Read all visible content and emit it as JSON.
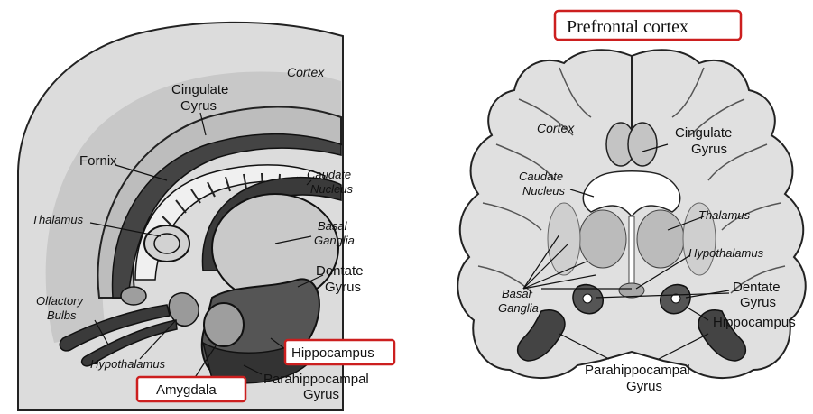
{
  "colors": {
    "highlight_box": "#cc1f1f",
    "tissue_light": "#d9d9d9",
    "tissue_mid": "#a8a8a8",
    "tissue_dark": "#555555",
    "tissue_darkest": "#333333",
    "outline": "#1a1a1a"
  },
  "left_panel": {
    "labels": {
      "cortex": "Cortex",
      "cingulate_1": "Cingulate",
      "cingulate_2": "Gyrus",
      "fornix": "Fornix",
      "caudate_1": "Caudate",
      "caudate_2": "Nucleus",
      "thalamus": "Thalamus",
      "basal_1": "Basal",
      "basal_2": "Ganglia",
      "dentate_1": "Dentate",
      "dentate_2": "Gyrus",
      "olfactory_1": "Olfactory",
      "olfactory_2": "Bulbs",
      "hypothalamus": "Hypothalamus",
      "hippocampus": "Hippocampus",
      "amygdala": "Amygdala",
      "parahippocampal_1": "Parahippocampal",
      "parahippocampal_2": "Gyrus"
    }
  },
  "right_panel": {
    "labels": {
      "prefrontal": "Prefrontal cortex",
      "cortex": "Cortex",
      "cingulate_1": "Cingulate",
      "cingulate_2": "Gyrus",
      "caudate_1": "Caudate",
      "caudate_2": "Nucleus",
      "thalamus": "Thalamus",
      "hypothalamus": "Hypothalamus",
      "basal_1": "Basal",
      "basal_2": "Ganglia",
      "dentate_1": "Dentate",
      "dentate_2": "Gyrus",
      "hippocampus": "Hippocampus",
      "parahippocampal_1": "Parahippocampal",
      "parahippocampal_2": "Gyrus"
    }
  }
}
